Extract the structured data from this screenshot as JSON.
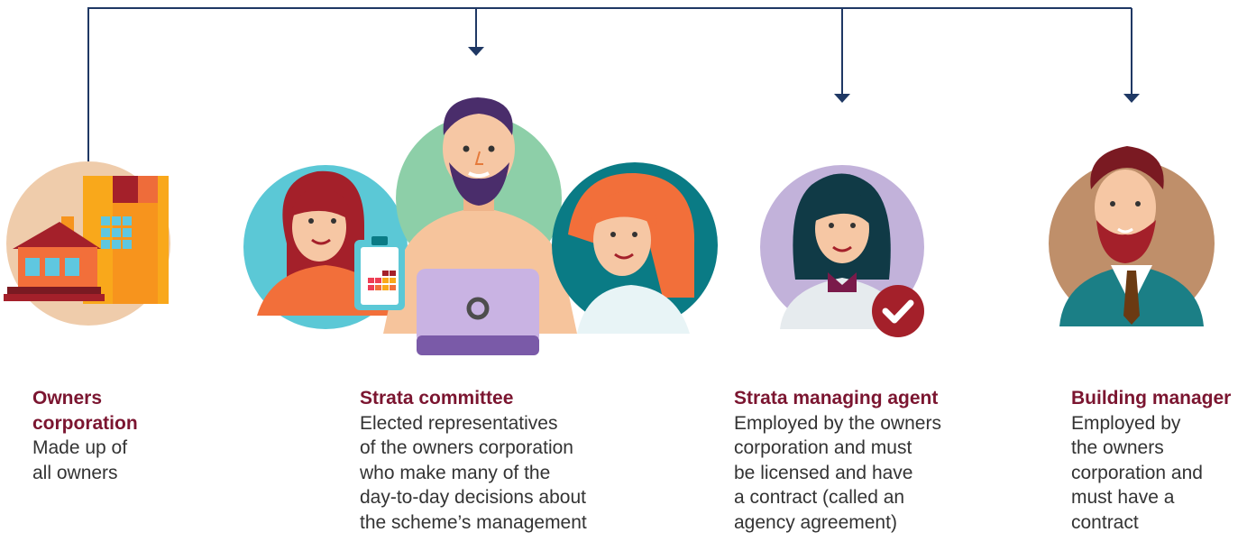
{
  "colors": {
    "connector": "#1f3864",
    "heading": "#7b1530",
    "body_text": "#333333"
  },
  "roles": [
    {
      "id": "owners-corporation",
      "title": "Owners\ncorporation",
      "description": "Made up of\nall owners",
      "illustration": "building-icon"
    },
    {
      "id": "strata-committee",
      "title": "Strata committee",
      "description": "Elected representatives\nof the owners corporation\nwho make many of the\nday-to-day decisions about\nthe scheme’s management",
      "illustration": "committee-group-icon"
    },
    {
      "id": "strata-managing-agent",
      "title": "Strata managing agent",
      "description": "Employed by the owners\ncorporation and must\nbe licensed and have\na contract (called an\nagency agreement)",
      "illustration": "agent-with-checkmark-icon"
    },
    {
      "id": "building-manager",
      "title": "Building manager",
      "description": "Employed by\nthe owners\ncorporation and\nmust have a\ncontract",
      "illustration": "bearded-manager-icon"
    }
  ]
}
